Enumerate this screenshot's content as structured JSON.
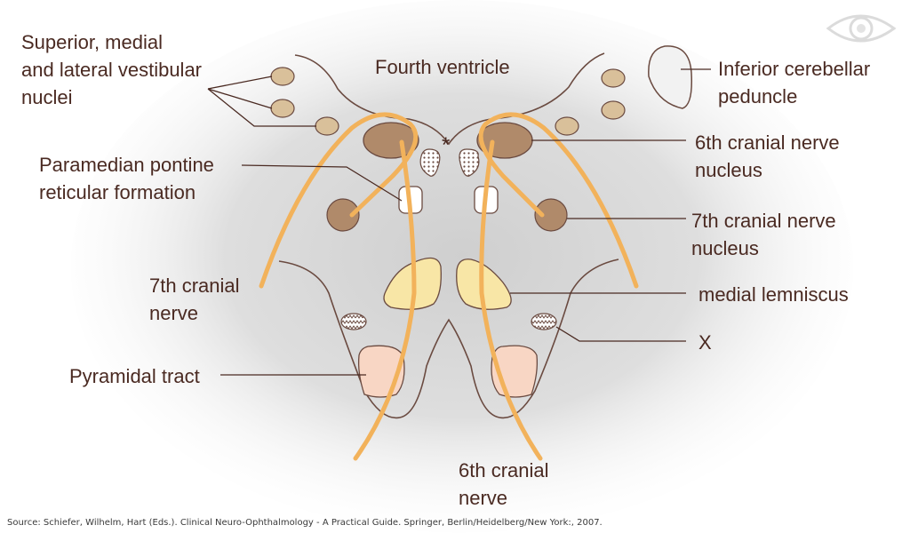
{
  "labels": {
    "vestibular": [
      "Superior, medial",
      "and lateral vestibular",
      "nuclei"
    ],
    "fourth_ventricle": "Fourth ventricle",
    "inferior_cerebellar": [
      "Inferior cerebellar",
      "peduncle"
    ],
    "ppr_formation": [
      "Paramedian pontine",
      "reticular formation"
    ],
    "sixth_nucleus": [
      "6th cranial nerve",
      "nucleus"
    ],
    "seventh_nucleus": [
      "7th cranial nerve",
      "nucleus"
    ],
    "seventh_nerve": [
      "7th cranial",
      "nerve"
    ],
    "medial_lemniscus": "medial lemniscus",
    "x_marker": "X",
    "pyramidal_tract": "Pyramidal tract",
    "sixth_nerve": [
      "6th cranial",
      "nerve"
    ],
    "asterisk": "*"
  },
  "source": "Source: Schiefer, Wilhelm, Hart (Eds.). Clinical Neuro-Ophthalmology - A Practical Guide. Springer, Berlin/Heidelberg/New York:, 2007.",
  "colors": {
    "outline": "#6a4a40",
    "nerve": "#f2b25b",
    "nucleus_brown": "#b08a6a",
    "nucleus_tan": "#d9c09a",
    "lemniscus": "#f8e6a6",
    "pyramidal": "#f8d6c4",
    "text": "#4a2a22"
  },
  "icons": {
    "logo": "eye-icon"
  }
}
